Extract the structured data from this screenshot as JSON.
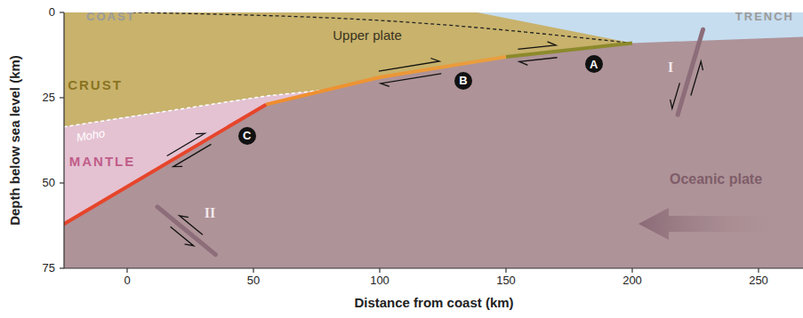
{
  "diagram": {
    "nodes": [
      {
        "text": [
          "A"
        ]
      },
      {
        "text": [
          "B"
        ]
      },
      {
        "text": [
          "C"
        ]
      }
    ],
    "labels": [
      "COAST",
      "TRENCH",
      "Upper plate",
      "CRUST",
      "Moho",
      "MANTLE",
      "Oceanic plate",
      "I",
      "II",
      "Depth below sea level (km)",
      "0",
      "25",
      "50",
      "75",
      "Distance from coast (km)",
      "0",
      "50",
      "100",
      "150",
      "200",
      "250"
    ]
  }
}
